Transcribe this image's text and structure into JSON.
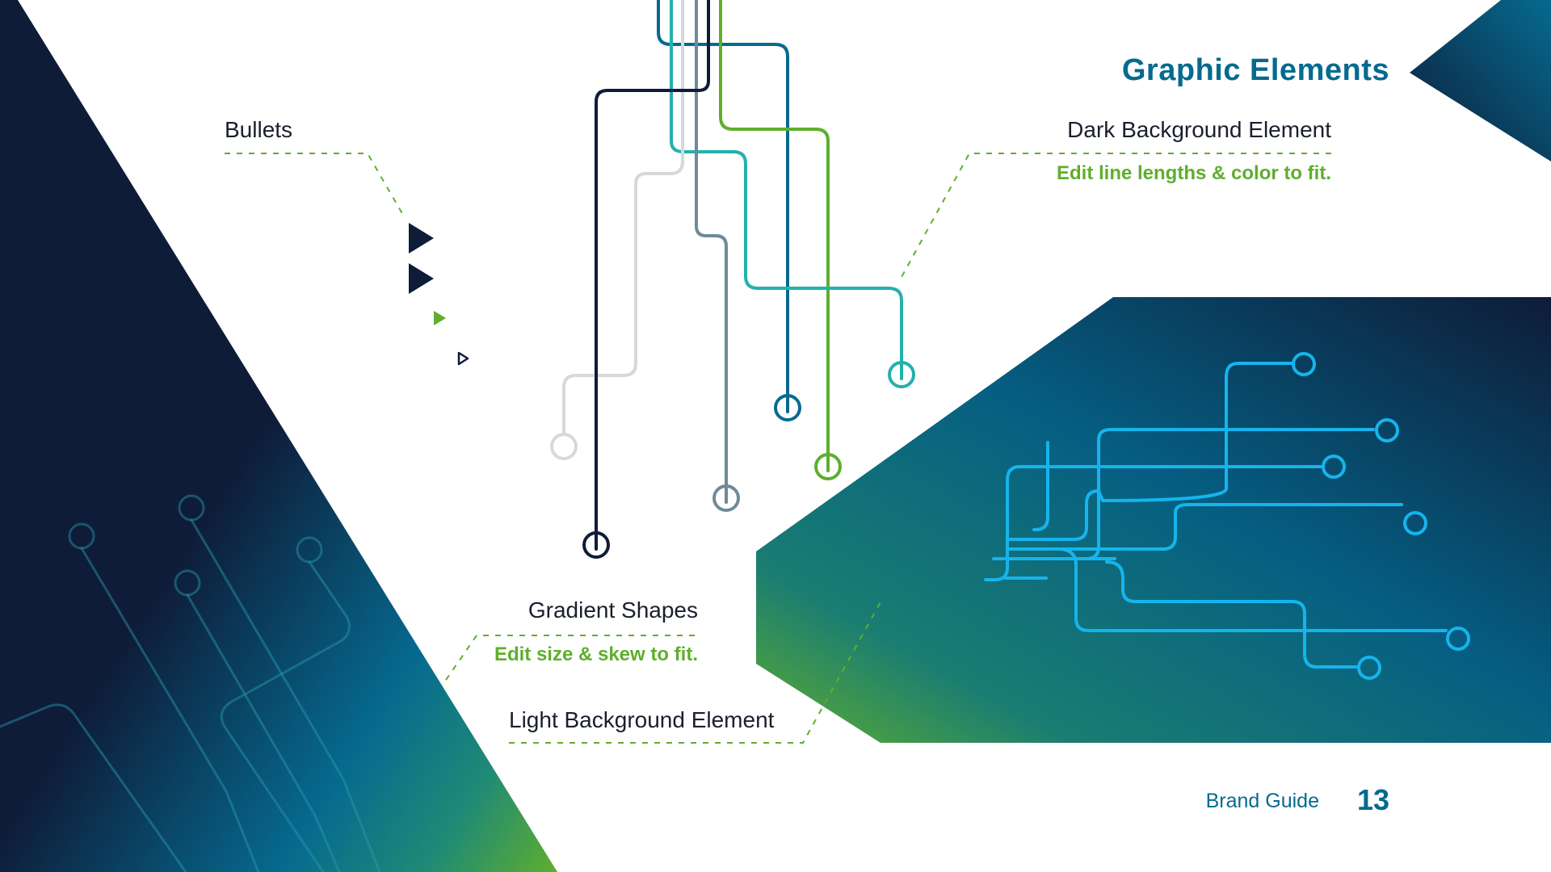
{
  "page": {
    "title": "Graphic Elements",
    "footer_label": "Brand Guide",
    "page_number": "13"
  },
  "labels": {
    "bullets": "Bullets",
    "dark_background": "Dark Background Element",
    "dark_hint": "Edit line lengths & color to fit.",
    "gradient_shapes": "Gradient Shapes",
    "gradient_hint": "Edit size & skew to fit.",
    "light_background": "Light Background Element"
  },
  "colors": {
    "navy": "#0e1c38",
    "teal": "#066a8f",
    "aqua": "#23b1ad",
    "green": "#5fae2e",
    "gray": "#6f8a98",
    "light_gray": "#d6d9dc",
    "cyan": "#16b4ec"
  },
  "icons": [
    "triangle-bullet-large",
    "triangle-bullet-medium",
    "triangle-bullet-small",
    "triangle-bullet-outline"
  ]
}
